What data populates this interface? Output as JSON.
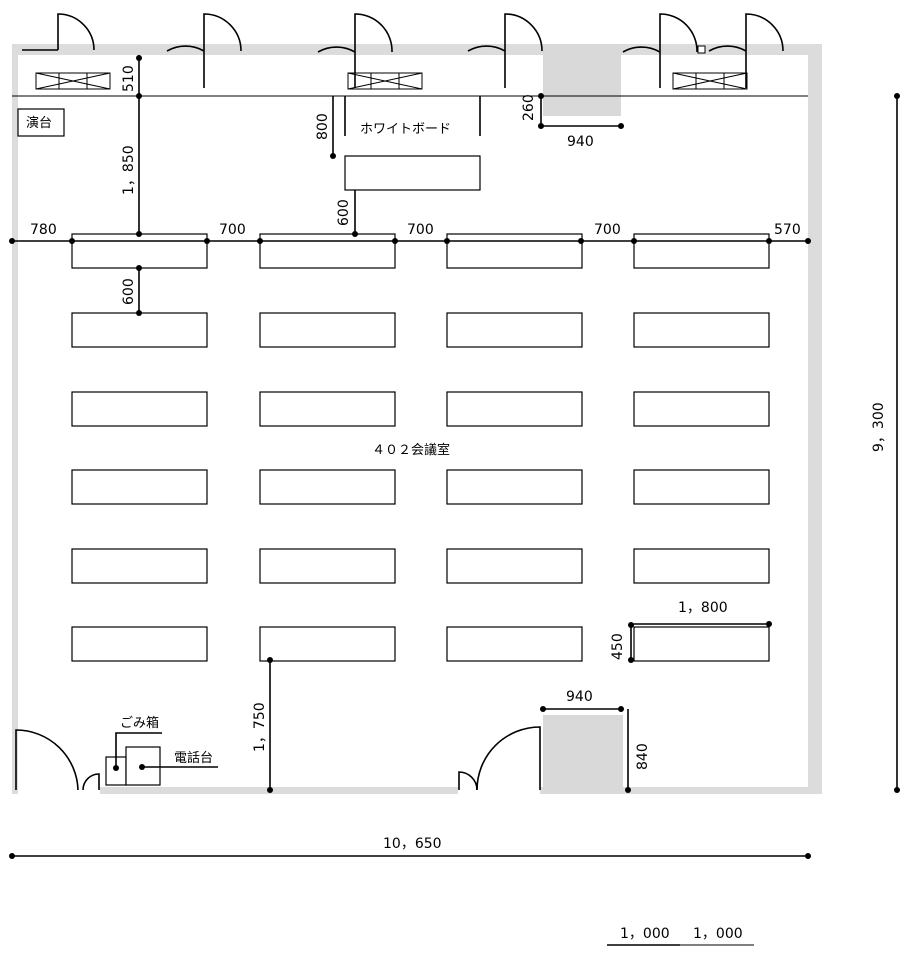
{
  "labels": {
    "podium": "演台",
    "whiteboard": "ホワイトボード",
    "room_name": "４０２会議室",
    "trash": "ごみ箱",
    "phone_stand": "電話台"
  },
  "dimensions": {
    "top_wall_to_line": "510",
    "whiteboard_depth": "800",
    "column_depth": "260",
    "column_width_top": "940",
    "podium_to_table": "1，850",
    "whiteboard_to_table": "600",
    "left_margin": "780",
    "gap_1": "700",
    "gap_2": "700",
    "gap_3": "700",
    "right_margin": "570",
    "row_gap": "600",
    "table_length": "1，800",
    "table_depth": "450",
    "column_width_bottom": "940",
    "column_depth_bottom": "840",
    "back_aisle": "1，750",
    "total_width": "10，650",
    "total_height": "9，300",
    "scale_1": "1，000",
    "scale_2": "1，000"
  }
}
